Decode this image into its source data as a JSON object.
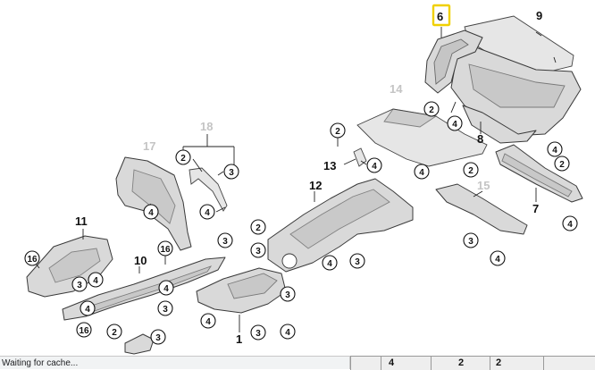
{
  "diagram": {
    "part_numbers": {
      "p1": "1",
      "p6": "6",
      "p7": "7",
      "p8": "8",
      "p9": "9",
      "p10": "10",
      "p11": "11",
      "p12": "12",
      "p13": "13",
      "p14": "14",
      "p15": "15",
      "p17": "17",
      "p18": "18"
    },
    "refs": {
      "r2": "2",
      "r3": "3",
      "r4": "4",
      "r16": "16"
    },
    "highlighted_part": "6",
    "highlight_color": "#f0d000"
  },
  "status_bar": {
    "text": "Waiting for cache..."
  },
  "thumbnail_strip": {
    "labels": [
      "4",
      "2",
      "2"
    ]
  }
}
